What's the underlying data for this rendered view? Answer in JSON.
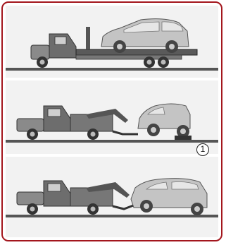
{
  "callout": {
    "label": "1"
  },
  "colors": {
    "frame_border": "#a3161d",
    "panel_bg": "#f2f2f2",
    "ground": "#555555",
    "truck": "#444444",
    "car": "#bdbdbd"
  },
  "scenes": [
    {
      "name": "flatbed-tow-truck-with-car-on-bed"
    },
    {
      "name": "wheel-lift-tow-truck-with-dolly-under-car"
    },
    {
      "name": "wheel-lift-tow-truck-lifting-car-front"
    }
  ]
}
